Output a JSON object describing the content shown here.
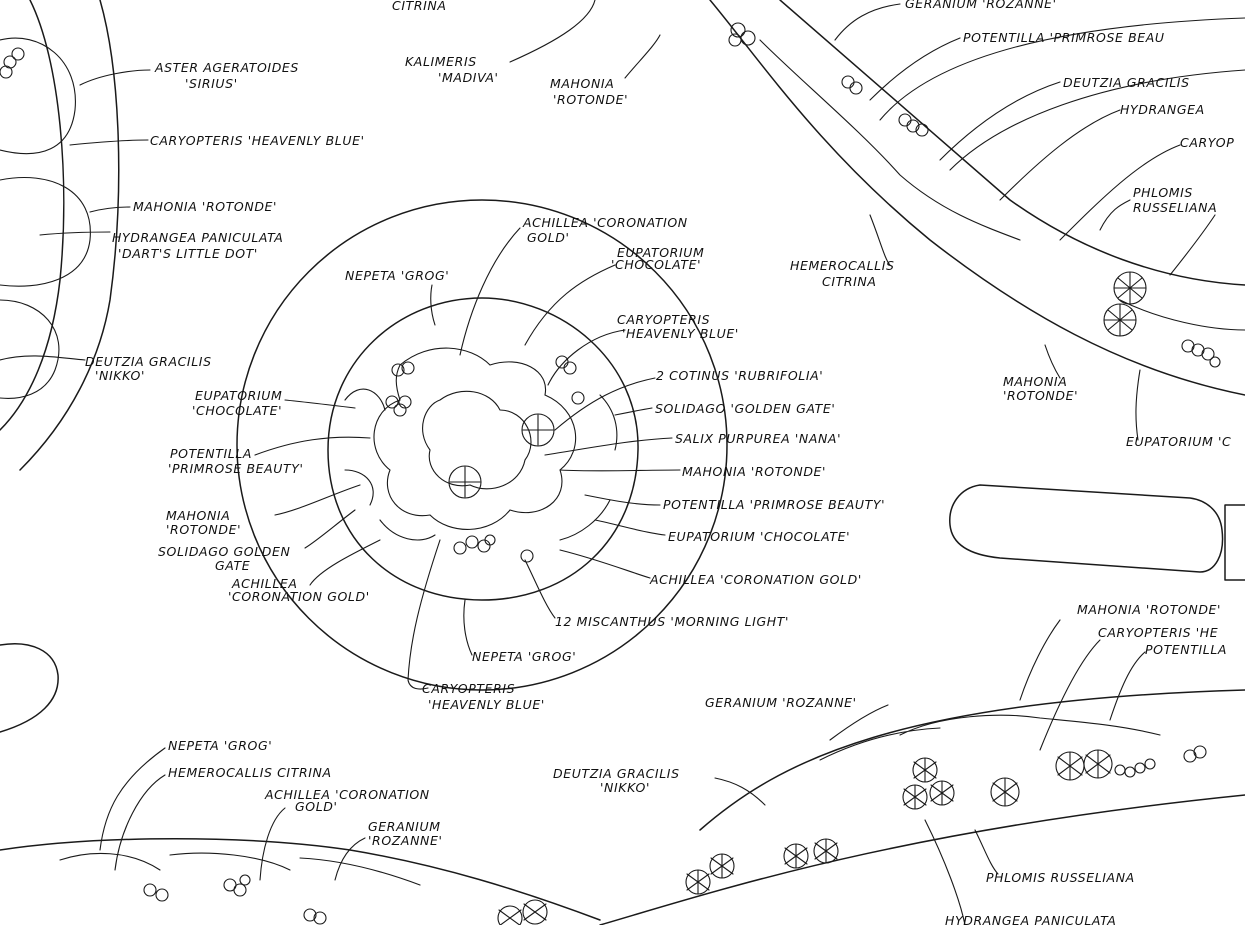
{
  "labels": [
    "CITRINA",
    "GERANIUM 'ROZANNE'",
    "POTENTILLA 'PRIMROSE BEAU",
    "DEUTZIA GRACILIS",
    "HYDRANGEA",
    "CARYOP",
    "KALIMERIS",
    "'MADIVA'",
    "MAHONIA",
    "'ROTONDE'",
    "ASTER AGERATOIDES",
    "'SIRIUS'",
    "CARYOPTERIS 'HEAVENLY BLUE'",
    "MAHONIA 'ROTONDE'",
    "HYDRANGEA PANICULATA",
    "'DART'S LITTLE DOT'",
    "PHLOMIS",
    "RUSSELIANA",
    "HEMEROCALLIS",
    "CITRINA",
    "ACHILLEA 'CORONATION",
    "GOLD'",
    "EUPATORIUM",
    "'CHOCOLATE'",
    "NEPETA 'GROG'",
    "CARYOPTERIS",
    "'HEAVENLY BLUE'",
    "2 COTINUS 'RUBRIFOLIA'",
    "SOLIDAGO 'GOLDEN GATE'",
    "SALIX PURPUREA 'NANA'",
    "MAHONIA 'ROTONDE'",
    "POTENTILLA 'PRIMROSE BEAUTY'",
    "EUPATORIUM 'CHOCOLATE'",
    "ACHILLEA 'CORONATION GOLD'",
    "12 MISCANTHUS 'MORNING LIGHT'",
    "NEPETA 'GROG'",
    "CARYOPTERIS",
    "'HEAVENLY BLUE'",
    "DEUTZIA GRACILIS",
    "'NIKKO'",
    "EUPATORIUM",
    "'CHOCOLATE'",
    "POTENTILLA",
    "'PRIMROSE BEAUTY'",
    "MAHONIA",
    "'ROTONDE'",
    "SOLIDAGO GOLDEN",
    "GATE",
    "ACHILLEA",
    "'CORONATION GOLD'",
    "MAHONIA",
    "'ROTONDE'",
    "EUPATORIUM 'C",
    "MAHONIA 'ROTONDE'",
    "CARYOPTERIS 'HE",
    "POTENTILLA",
    "GERANIUM 'ROZANNE'",
    "NEPETA 'GROG'",
    "HEMEROCALLIS CITRINA",
    "ACHILLEA 'CORONATION",
    "GOLD'",
    "GERANIUM",
    "'ROZANNE'",
    "DEUTZIA GRACILIS",
    "'NIKKO'",
    "PHLOMIS RUSSELIANA",
    "HYDRANGEA PANICULATA"
  ]
}
